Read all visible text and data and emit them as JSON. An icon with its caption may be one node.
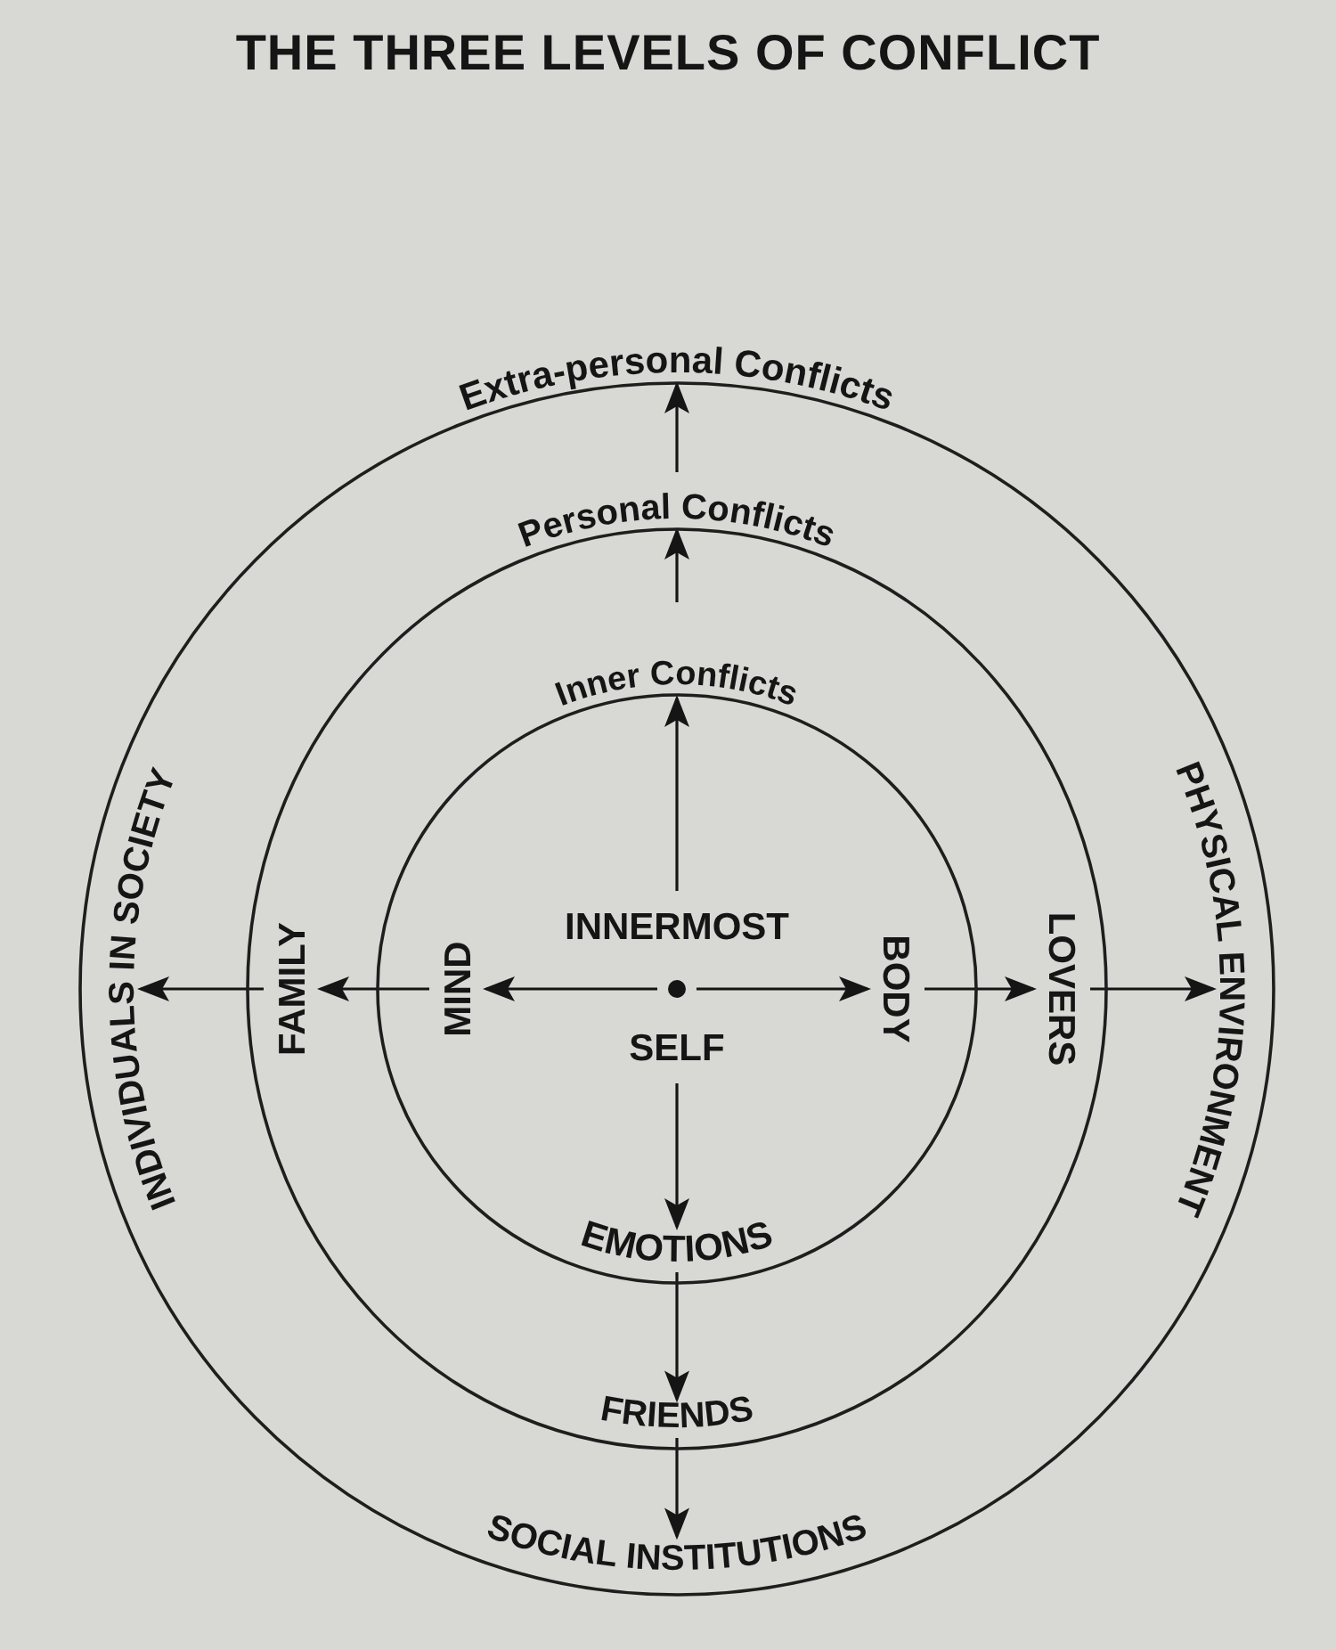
{
  "diagram": {
    "title": "THE THREE LEVELS OF CONFLICT",
    "nodes": [
      {
        "text": [
          "Extra-personal Conflicts"
        ]
      },
      {
        "text": [
          "Personal Conflicts"
        ],
        "in": 0
      },
      {
        "text": [
          "Inner Conflicts"
        ],
        "in": 1
      },
      {
        "text": [],
        "shape": "circle",
        "in": 2,
        "beside": [
          "INNERMOST",
          "SELF"
        ]
      },
      {
        "text": [
          "MIND"
        ],
        "in": 2
      },
      {
        "text": [
          "BODY"
        ],
        "in": 2
      },
      {
        "text": [
          "EMOTIONS"
        ],
        "in": 2
      },
      {
        "text": [
          "FAMILY"
        ],
        "in": 1
      },
      {
        "text": [
          "LOVERS"
        ],
        "in": 1
      },
      {
        "text": [
          "FRIENDS"
        ],
        "in": 1
      },
      {
        "text": [
          "INDIVIDUALS IN SOCIETY"
        ],
        "in": 0
      },
      {
        "text": [
          "PHYSICAL ENVIRONMENT"
        ],
        "in": 0
      },
      {
        "text": [
          "SOCIAL INSTITUTIONS"
        ],
        "in": 0
      }
    ],
    "edges": [
      {
        "from": 3,
        "to": 2,
        "arrow": "to"
      },
      {
        "from": 3,
        "to": 4,
        "arrow": "to"
      },
      {
        "from": 3,
        "to": 5,
        "arrow": "to"
      },
      {
        "from": 3,
        "to": 6,
        "arrow": "to"
      },
      {
        "from": 2,
        "to": 1,
        "arrow": "to"
      },
      {
        "from": 4,
        "to": 7,
        "arrow": "to"
      },
      {
        "from": 5,
        "to": 8,
        "arrow": "to"
      },
      {
        "from": 6,
        "to": 9,
        "arrow": "to"
      },
      {
        "from": 1,
        "to": 0,
        "arrow": "to"
      },
      {
        "from": 7,
        "to": 10,
        "arrow": "to"
      },
      {
        "from": 8,
        "to": 11,
        "arrow": "to"
      },
      {
        "from": 9,
        "to": 12,
        "arrow": "to"
      }
    ]
  }
}
